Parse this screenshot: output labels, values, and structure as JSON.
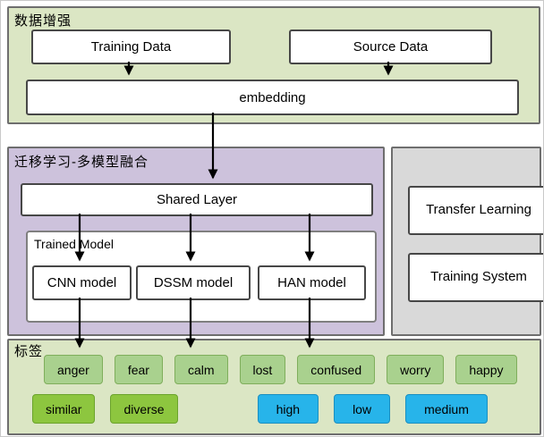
{
  "data_augmentation": {
    "title": "数据增强",
    "training_data": "Training Data",
    "source_data": "Source Data",
    "embedding": "embedding"
  },
  "transfer_fusion": {
    "title": "迁移学习-多模型融合",
    "shared_layer": "Shared Layer",
    "trained_model_title": "Trained Model",
    "models": [
      "CNN model",
      "DSSM model",
      "HAN model"
    ]
  },
  "side_panel": {
    "transfer_learning": "Transfer Learning",
    "training_system": "Training System"
  },
  "labels_section": {
    "title": "标签",
    "emotion_labels": [
      "anger",
      "fear",
      "calm",
      "lost",
      "confused",
      "worry",
      "happy"
    ],
    "coverage_labels": [
      "similar",
      "diverse"
    ],
    "level_labels": [
      "high",
      "low",
      "medium"
    ]
  },
  "colors": {
    "section_green": "#dbe6c4",
    "section_purple": "#cdc2dc",
    "section_gray": "#d9d9d9",
    "chip_green_muted": "#a9d18e",
    "chip_green_bright": "#8dc63f",
    "chip_blue": "#27b4ea"
  }
}
